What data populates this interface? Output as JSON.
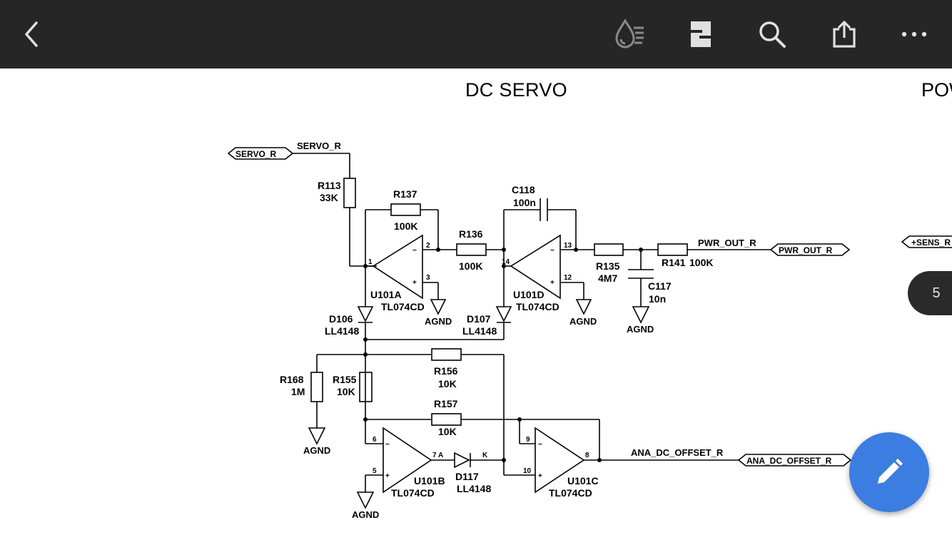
{
  "toolbar": {
    "back_icon": "chevron-left-icon",
    "ink_icon": "ink-drop-icon",
    "reflow_icon": "document-reflow-icon",
    "search_icon": "search-icon",
    "share_icon": "share-icon",
    "more_icon": "more-dots-icon"
  },
  "document": {
    "title": "DC SERVO",
    "next_title": "POW",
    "page_indicator": "5"
  },
  "schematic": {
    "labels": {
      "servo_port": "SERVO_R",
      "servo_net": "SERVO_R",
      "r113_ref": "R113",
      "r113_val": "33K",
      "r137_ref": "R137",
      "r137_val": "100K",
      "c118_ref": "C118",
      "c118_val": "100n",
      "r136_ref": "R136",
      "r136_val": "100K",
      "pwr_net": "PWR_OUT_R",
      "pwr_port": "PWR_OUT_R",
      "sens_port": "+SENS_R",
      "r135_ref": "R135",
      "r135_val": "4M7",
      "r141_ref": "R141",
      "r141_val": "100K",
      "c117_ref": "C117",
      "c117_val": "10n",
      "u101a_ref": "U101A",
      "u101a_val": "TL074CD",
      "u101d_ref": "U101D",
      "u101d_val": "TL074CD",
      "d106_ref": "D106",
      "d106_val": "LL4148",
      "d107_ref": "D107",
      "d107_val": "LL4148",
      "r168_ref": "R168",
      "r168_val": "1M",
      "r155_ref": "R155",
      "r155_val": "10K",
      "r156_ref": "R156",
      "r156_val": "10K",
      "r157_ref": "R157",
      "r157_val": "10K",
      "u101b_ref": "U101B",
      "u101b_val": "TL074CD",
      "u101c_ref": "U101C",
      "u101c_val": "TL074CD",
      "d117_ref": "D117",
      "d117_val": "LL4148",
      "ana_net": "ANA_DC_OFFSET_R",
      "ana_port": "ANA_DC_OFFSET_R",
      "gnd": "AGND",
      "pin1": "1",
      "pin2": "2",
      "pin3": "3",
      "pin13": "13",
      "pin12": "12",
      "pin14": "14",
      "pin6": "6",
      "pin5": "5",
      "pin7": "7",
      "pin9": "9",
      "pin10": "10",
      "pin8": "8",
      "anode": "A",
      "kathode": "K",
      "minus": "−",
      "plus": "+"
    }
  },
  "colors": {
    "toolbar_bg": "#262626",
    "toolbar_icon": "#e0e0e0",
    "toolbar_icon_dim": "#8a8a8a",
    "fab": "#3b7de0",
    "page_tab": "#2a2a2a"
  },
  "fab": {
    "icon": "pencil-icon"
  }
}
